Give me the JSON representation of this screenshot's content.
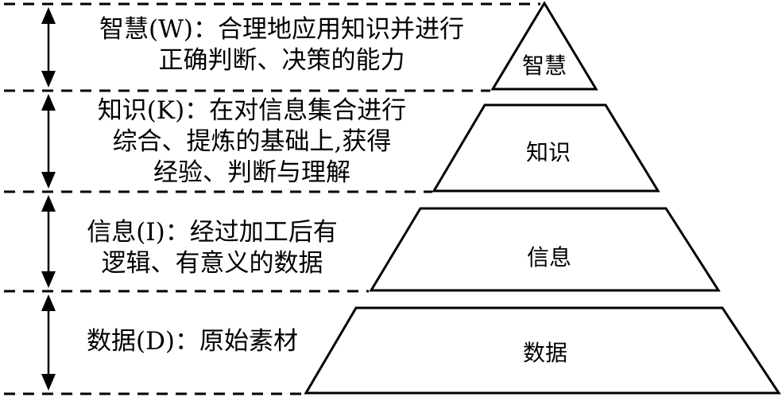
{
  "levels": [
    {
      "label": "智慧",
      "description_lines": [
        "智慧(W)：合理地应用知识并进行",
        "正确判断、决策的能力"
      ]
    },
    {
      "label": "知识",
      "description_lines": [
        "知识(K)：在对信息集合进行",
        "综合、提炼的基础上,获得",
        "经验、判断与理解"
      ]
    },
    {
      "label": "信息",
      "description_lines": [
        "信息(I)：经过加工后有",
        "逻辑、有意义的数据"
      ]
    },
    {
      "label": "数据",
      "description_lines": [
        "数据(D)：原始素材"
      ]
    }
  ]
}
